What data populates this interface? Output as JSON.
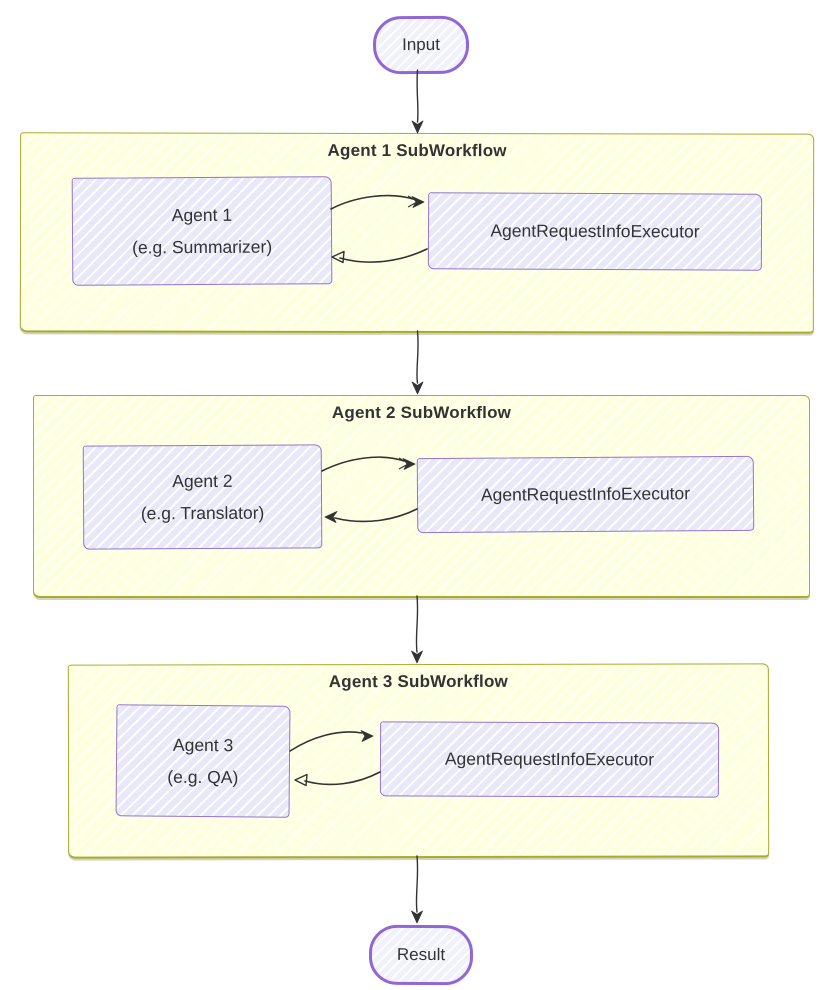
{
  "diagram": {
    "type": "flowchart",
    "direction": "top-down",
    "start": {
      "label": "Input"
    },
    "end": {
      "label": "Result"
    },
    "subworkflows": [
      {
        "title": "Agent 1 SubWorkflow",
        "agent_line1": "Agent 1",
        "agent_line2": "(e.g. Summarizer)",
        "executor_label": "AgentRequestInfoExecutor"
      },
      {
        "title": "Agent 2 SubWorkflow",
        "agent_line1": "Agent 2",
        "agent_line2": "(e.g. Translator)",
        "executor_label": "AgentRequestInfoExecutor"
      },
      {
        "title": "Agent 3 SubWorkflow",
        "agent_line1": "Agent 3",
        "agent_line2": "(e.g. QA)",
        "executor_label": "AgentRequestInfoExecutor"
      }
    ],
    "edges": [
      {
        "from": "Input",
        "to": "Agent 1 SubWorkflow",
        "style": "arrow"
      },
      {
        "from": "Agent 1 SubWorkflow",
        "to": "Agent 2 SubWorkflow",
        "style": "arrow"
      },
      {
        "from": "Agent 2 SubWorkflow",
        "to": "Agent 3 SubWorkflow",
        "style": "arrow"
      },
      {
        "from": "Agent 3 SubWorkflow",
        "to": "Result",
        "style": "arrow"
      },
      {
        "from": "Agent 1",
        "to": "AgentRequestInfoExecutor",
        "style": "bidirectional"
      },
      {
        "from": "Agent 2",
        "to": "AgentRequestInfoExecutor",
        "style": "bidirectional"
      },
      {
        "from": "Agent 3",
        "to": "AgentRequestInfoExecutor",
        "style": "bidirectional"
      }
    ],
    "colors": {
      "background": "#ffffff",
      "cluster_fill": "#ffffde",
      "cluster_border": "#aaaa33",
      "node_fill": "#ececff",
      "node_border": "#9370db",
      "edge": "#333333",
      "text": "#333333"
    }
  }
}
